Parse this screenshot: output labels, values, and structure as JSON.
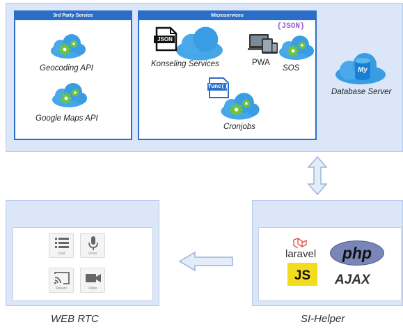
{
  "top_region": {
    "third_party": {
      "header": "3rd Party Service",
      "items": [
        {
          "label": "Geocoding API",
          "icon": "cloud-gears-icon"
        },
        {
          "label": "Google Maps API",
          "icon": "cloud-gears-icon"
        }
      ]
    },
    "microservices": {
      "header": "Microservices",
      "json_badge": "JSON",
      "json_braces": "{JSON}",
      "func_badge": "func()",
      "items": [
        {
          "label": "Konseling Services",
          "icon": "cloud-icon"
        },
        {
          "label": "PWA",
          "icon": "devices-icon"
        },
        {
          "label": "SOS",
          "icon": "cloud-gears-icon"
        },
        {
          "label": "Cronjobs",
          "icon": "cloud-gears-icon"
        }
      ]
    },
    "database": {
      "label": "Database Server",
      "badge": "My",
      "icon": "mysql-cloud-icon"
    }
  },
  "web_rtc": {
    "label": "WEB RTC",
    "tiles": [
      {
        "caption": "Chat",
        "icon": "list-icon"
      },
      {
        "caption": "Voice",
        "icon": "microphone-icon"
      },
      {
        "caption": "Stream",
        "icon": "cast-icon"
      },
      {
        "caption": "Video",
        "icon": "video-camera-icon"
      }
    ]
  },
  "si_helper": {
    "label": "SI-Helper",
    "tech": {
      "laravel": "laravel",
      "php": "php",
      "js": "JS",
      "ajax": "AJAX"
    }
  },
  "colors": {
    "panel_border": "#2a6ec8",
    "region_fill": "#dbe6f8",
    "cloud_light": "#5fb2ec",
    "cloud_dark": "#1f7fd0",
    "arrow_fill": "#e3ecf9",
    "arrow_stroke": "#9bb4dc"
  }
}
